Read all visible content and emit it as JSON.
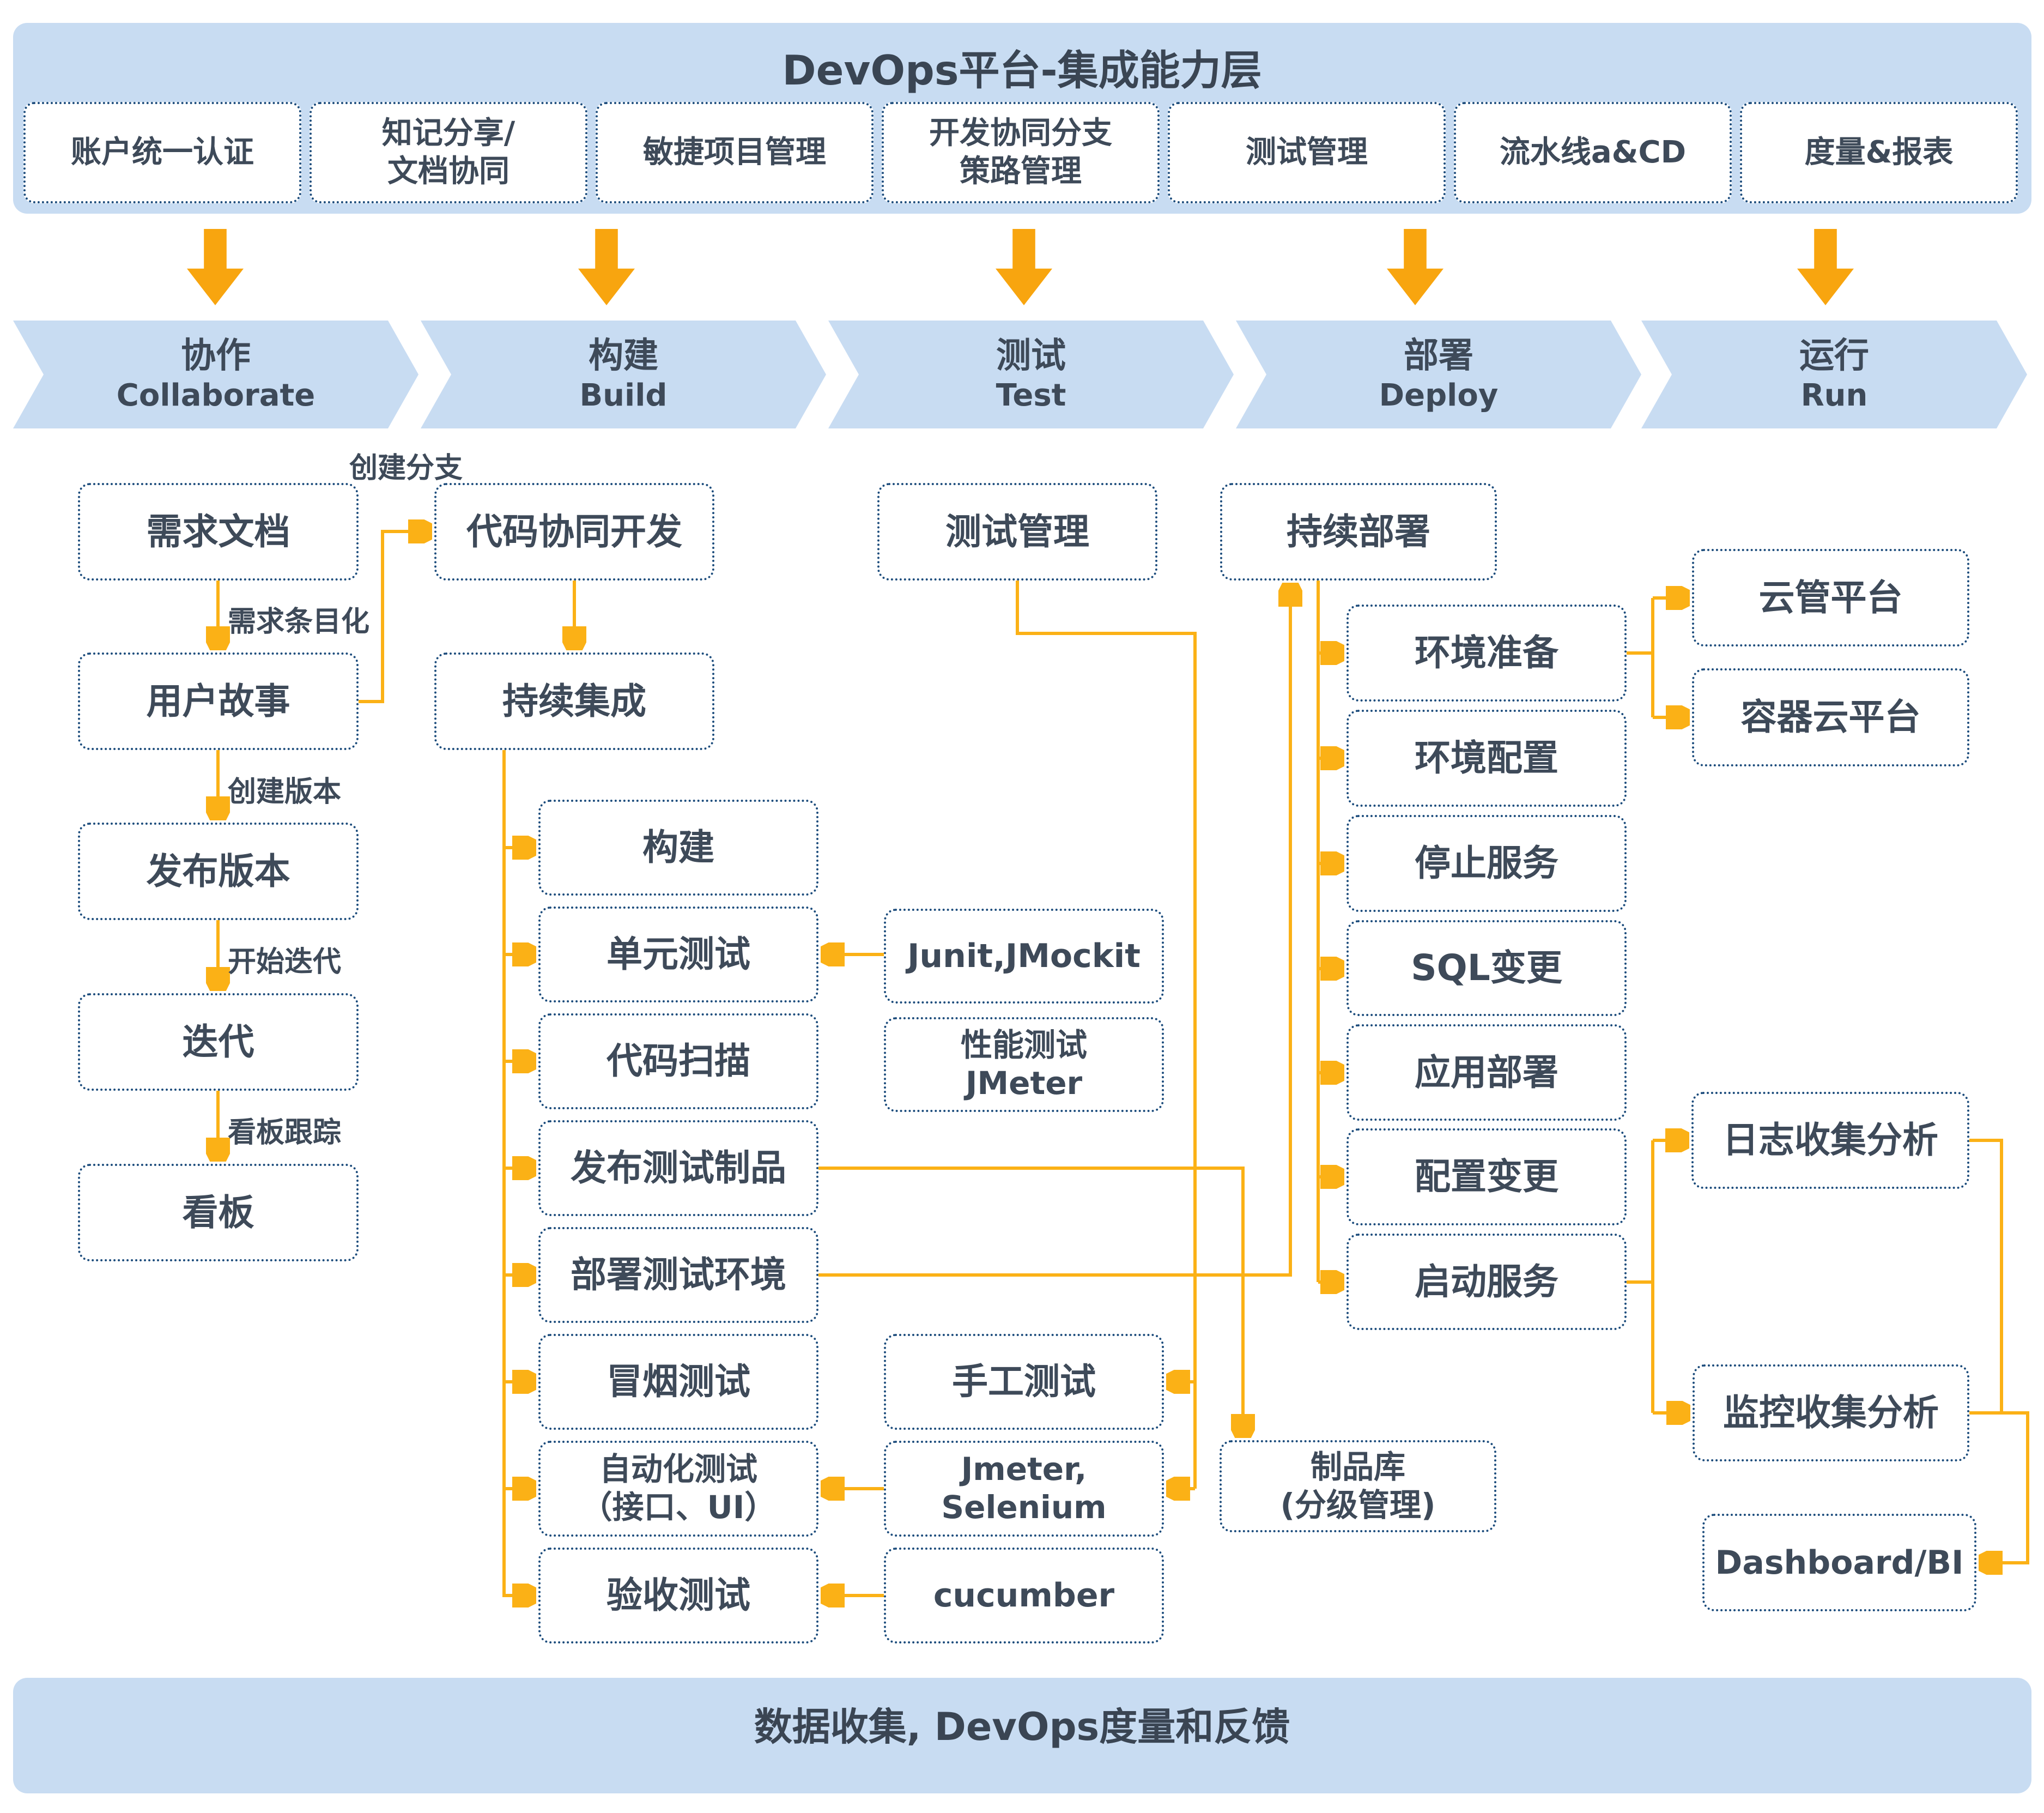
{
  "colors": {
    "panel_blue": "#C8DCF2",
    "line_orange": "#FBB116",
    "big_arrow_orange": "#F8A50F",
    "border_navy": "#1C4C7C",
    "text_dark": "#3E4A59"
  },
  "header": {
    "title": "DevOps平台-集成能力层",
    "capabilities": [
      "账户统一认证",
      "知记分享/\n文档协同",
      "敏捷项目管理",
      "开发协同分支\n策路管理",
      "测试管理",
      "流水线a&CD",
      "度量&报表"
    ]
  },
  "stages": [
    {
      "zh": "协作",
      "en": "Collaborate"
    },
    {
      "zh": "构建",
      "en": "Build"
    },
    {
      "zh": "测试",
      "en": "Test"
    },
    {
      "zh": "部署",
      "en": "Deploy"
    },
    {
      "zh": "运行",
      "en": "Run"
    }
  ],
  "nodes": {
    "req_doc": "需求文档",
    "user_story": "用户故事",
    "release_version": "发布版本",
    "iteration": "迭代",
    "kanban": "看板",
    "code_collab": "代码协同开发",
    "ci": "持续集成",
    "build": "构建",
    "unit_test": "单元测试",
    "code_scan": "代码扫描",
    "publish_artifact": "发布测试制品",
    "deploy_test_env": "部署测试环境",
    "smoke_test": "冒烟测试",
    "auto_test": "自动化测试\n（接口、UI）",
    "acceptance_test": "验收测试",
    "test_mgmt": "测试管理",
    "junit": "Junit,JMockit",
    "perf_test": "性能测试\nJMeter",
    "manual_test": "手工测试",
    "jmeter_selenium": "Jmeter,\nSelenium",
    "cucumber": "cucumber",
    "cd": "持续部署",
    "env_prepare": "环境准备",
    "env_config": "环境配置",
    "stop_service": "停止服务",
    "sql_change": "SQL变更",
    "app_deploy": "应用部署",
    "config_change": "配置变更",
    "start_service": "启动服务",
    "artifact_repo": "制品库\n(分级管理)",
    "cloud_mgmt": "云管平台",
    "container_cloud": "容器云平台",
    "log_analysis": "日志收集分析",
    "monitor_analysis": "监控收集分析",
    "dashboard": "Dashboard/BI"
  },
  "edge_labels": {
    "create_branch": "创建分支",
    "itemize_req": "需求条目化",
    "create_version": "创建版本",
    "start_iteration": "开始迭代",
    "kanban_track": "看板跟踪"
  },
  "footer": {
    "title": "数据收集, DevOps度量和反馈"
  }
}
